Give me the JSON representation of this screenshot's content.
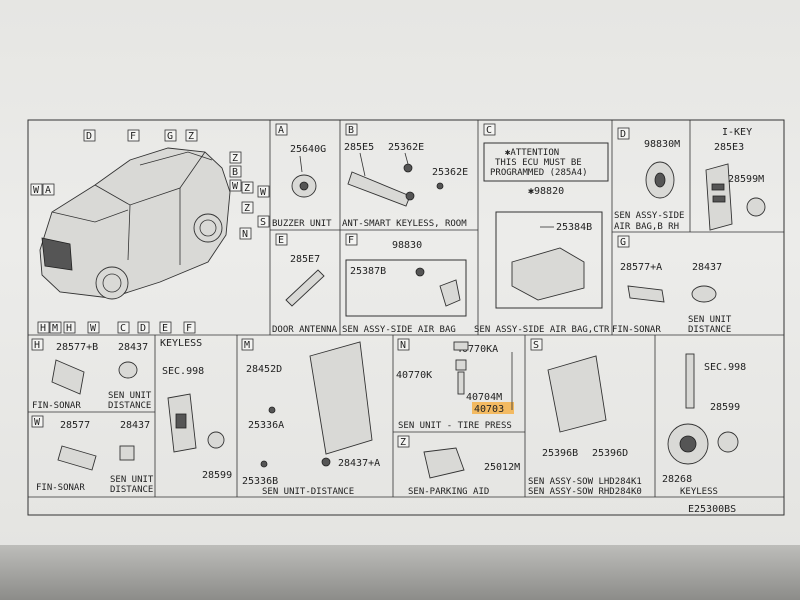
{
  "diagram": {
    "car_callouts": {
      "top": [
        "D",
        "F",
        "G",
        "Z"
      ],
      "right": [
        "Z",
        "B",
        "W",
        "Z",
        "W",
        "Z",
        "S",
        "N"
      ],
      "left": [
        "W",
        "A"
      ],
      "bottom": [
        "H",
        "M",
        "H",
        "W",
        "C",
        "D",
        "E",
        "F"
      ]
    },
    "panels": {
      "A": {
        "letter": "A",
        "part": "25640G",
        "caption": "BUZZER UNIT"
      },
      "B": {
        "letter": "B",
        "parts": [
          "285E5",
          "25362E",
          "25362E"
        ],
        "caption": "ANT-SMART KEYLESS, ROOM"
      },
      "C": {
        "letter": "C",
        "attention": [
          "✱ATTENTION",
          "THIS ECU MUST BE",
          "PROGRAMMED (285A4)"
        ],
        "parts": [
          "✱98820",
          "25384B"
        ],
        "caption": "SEN ASSY-SIDE AIR BAG,CTR"
      },
      "D": {
        "letter": "D",
        "part": "98830M",
        "caption": [
          "SEN ASSY-SIDE",
          "AIR BAG,B RH"
        ]
      },
      "IKEY": {
        "title": "I-KEY",
        "parts": [
          "285E3",
          "28599M"
        ]
      },
      "E": {
        "letter": "E",
        "part": "285E7",
        "caption": "DOOR ANTENNA"
      },
      "F": {
        "letter": "F",
        "parts": [
          "98830",
          "25387B"
        ],
        "caption": "SEN ASSY-SIDE AIR BAG"
      },
      "G": {
        "letter": "G",
        "parts": [
          "28577+A",
          "28437"
        ],
        "caption": [
          "FIN-SONAR",
          "SEN UNIT",
          "DISTANCE"
        ]
      },
      "H": {
        "letter": "H",
        "parts": [
          "28577+B",
          "28437"
        ],
        "caption": [
          "FIN-SONAR",
          "SEN UNIT",
          "DISTANCE"
        ]
      },
      "KEYLESS_MID": {
        "title": "KEYLESS",
        "parts": [
          "SEC.998",
          "28599"
        ]
      },
      "M": {
        "letter": "M",
        "parts": [
          "28452D",
          "25336A",
          "28437+A",
          "25336B"
        ],
        "caption": "SEN UNIT-DISTANCE"
      },
      "N": {
        "letter": "N",
        "parts": [
          "40770KA",
          "40770K",
          "40704M",
          "40703"
        ],
        "caption": "SEN UNIT - TIRE PRESS"
      },
      "S": {
        "letter": "S",
        "parts": [
          "25396B",
          "25396D"
        ],
        "caption": [
          "SEN ASSY-SOW LHD284K1",
          "SEN ASSY-SOW RHD284K0"
        ]
      },
      "KEYLESS_RIGHT": {
        "parts": [
          "SEC.998",
          "28599",
          "28268"
        ],
        "caption": "KEYLESS"
      },
      "W": {
        "letter": "W",
        "parts": [
          "28577",
          "28437"
        ],
        "caption": [
          "FIN-SONAR",
          "SEN UNIT",
          "DISTANCE"
        ]
      },
      "Z": {
        "letter": "Z",
        "part": "25012M",
        "caption": "SEN-PARKING AID"
      }
    },
    "footer_code": "E25300BS",
    "highlight_color": "#f4b14a"
  }
}
